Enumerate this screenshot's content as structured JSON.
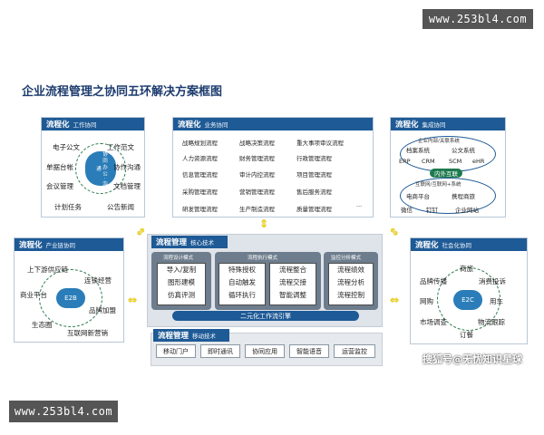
{
  "watermark_top": "www.253bl4.com",
  "watermark_bottom": "www.253bl4.com",
  "title": "企业流程管理之协同五环解决方案框图",
  "brand_prefix": "流程化",
  "work": {
    "sub": "工作协同",
    "items": [
      "电子公文",
      "工作范文",
      "单据台帐",
      "协作沟通",
      "会议管理",
      "文档管理",
      "计划任务",
      "公告新闻"
    ],
    "center": "协 同 办 公 · 沟 通"
  },
  "biz": {
    "sub": "业务协同",
    "rows": [
      [
        "战略规划流程",
        "战略决策流程",
        "重大事项审议流程"
      ],
      [
        "人力资源流程",
        "财务管理流程",
        "行政管理流程"
      ],
      [
        "信息管理流程",
        "审计内控流程",
        "项目管理流程"
      ],
      [
        "采购管理流程",
        "营销管理流程",
        "售后服务流程"
      ],
      [
        "研发管理流程",
        "生产制造流程",
        "质量管理流程"
      ]
    ],
    "more": "..."
  },
  "integ": {
    "sub": "集成协同",
    "top_label": "企业内部/关联系统",
    "row1": [
      "档案系统",
      "公文系统"
    ],
    "row2": [
      "ERP",
      "CRM",
      "SCM",
      "eHR"
    ],
    "pill": "内外互联",
    "mid_label": "互联网/互联网+系统",
    "row3": [
      "电商平台",
      "携程商旅"
    ],
    "row4": [
      "微信",
      "钉钉",
      "企业网站"
    ]
  },
  "chain": {
    "sub": "产业链协同",
    "items": [
      "上下游供应链",
      "连锁经营",
      "商业平台",
      "品牌加盟",
      "生态圈",
      "互联网新营销"
    ],
    "center": "E2B"
  },
  "social": {
    "sub": "社会化协同",
    "items": [
      "商旅",
      "品牌传播",
      "消费投诉",
      "网购",
      "用车",
      "市场调查",
      "物流跟踪",
      "订餐"
    ],
    "center": "E2C"
  },
  "core": {
    "brand": "流程管理",
    "sub": "核心技术",
    "groups": [
      "流程设计模式",
      "流程执行模式",
      "监控分析模式"
    ],
    "col1": [
      "导入/复制",
      "图形建模",
      "仿真评测"
    ],
    "col2a": [
      "特殊授权",
      "自动触发",
      "循环执行"
    ],
    "col2b": [
      "流程整合",
      "流程交接",
      "智能调整"
    ],
    "col3": [
      "流程绩效",
      "流程分析",
      "流程控制"
    ],
    "engine": "二元化工作流引擎"
  },
  "mobile": {
    "brand": "流程管理",
    "sub": "移动技术",
    "buttons": [
      "移动门户",
      "即时通讯",
      "协同应用",
      "智能语音",
      "运营监控"
    ]
  },
  "footer_credit": "搜狐号@无忧知识星球"
}
